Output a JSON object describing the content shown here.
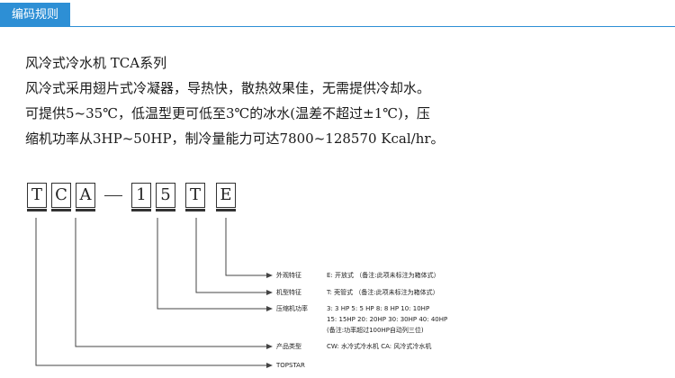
{
  "header": {
    "tab_label": "编码规则"
  },
  "intro": {
    "line1": "风冷式冷水机 TCA系列",
    "line2": "风冷式采用翅片式冷凝器，导热快，散热效果佳，无需提供冷却水。",
    "line3": "可提供5~35℃，低温型更可低至3℃的冰水(温差不超过±1℃)，压",
    "line4": "缩机功率从3HP~50HP，制冷量能力可达7800~128570 Kcal/hr。"
  },
  "code": {
    "c1": "T",
    "c2": "C",
    "c3": "A",
    "c4": "1",
    "c5": "5",
    "c6": "T",
    "c7": "E"
  },
  "annotations": {
    "a1": {
      "label": "外观特征",
      "text": "E: 开放式   （备注:此项未标注为箱体式）"
    },
    "a2": {
      "label": "机型特征",
      "text": "T: 壳管式   （备注:此项未标注为箱体式）"
    },
    "a3": {
      "label": "压缩机功率",
      "text": "3: 3 HP   5: 5 HP   8: 8 HP   10: 10HP",
      "text2": "15: 15HP  20: 20HP  30: 30HP  40: 40HP",
      "text3": "(备注:功率超过100HP自动列三位)"
    },
    "a4": {
      "label": "产品类型",
      "text": "CW: 水冷式冷水机   CA: 风冷式冷水机"
    },
    "a5": {
      "label": "TOPSTAR"
    }
  }
}
